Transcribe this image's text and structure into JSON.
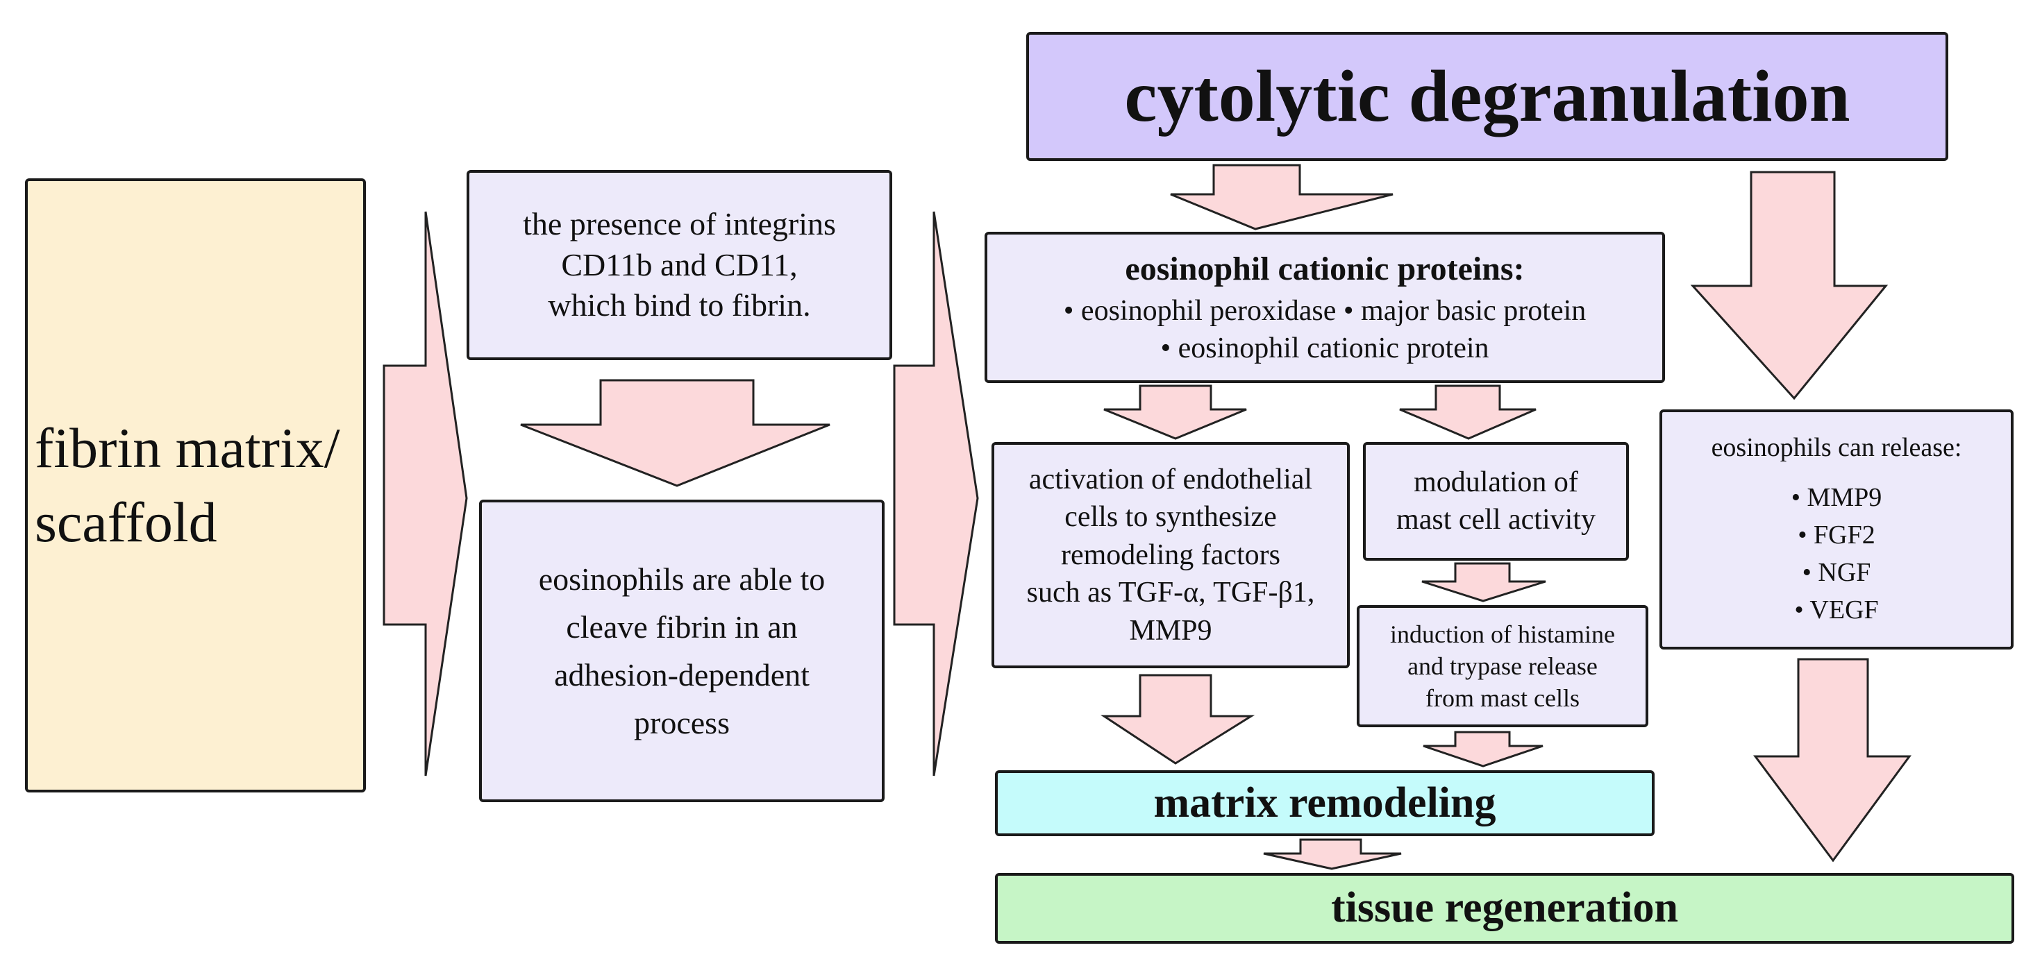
{
  "boxes": {
    "fibrin": {
      "lines": [
        "fibrin matrix/",
        "scaffold"
      ]
    },
    "integrins": {
      "lines": [
        "the presence of integrins",
        "CD11b and CD11,",
        "which bind to fibrin."
      ]
    },
    "cleave": {
      "lines": [
        "eosinophils are able to",
        "cleave fibrin in an",
        "adhesion-dependent",
        "process"
      ]
    },
    "cytolytic": {
      "text": "cytolytic degranulation"
    },
    "cationic": {
      "heading": "eosinophil cationic proteins:",
      "lines": [
        "• eosinophil peroxidase • major basic protein",
        "• eosinophil cationic protein"
      ]
    },
    "endothelial": {
      "lines": [
        "activation of endothelial",
        "cells to synthesize",
        "remodeling factors",
        "such as TGF-α, TGF-β1,",
        "MMP9"
      ]
    },
    "mast": {
      "lines": [
        "modulation of",
        "mast cell activity"
      ]
    },
    "histamine": {
      "lines": [
        "induction of histamine",
        "and trypase release",
        "from mast cells"
      ]
    },
    "release": {
      "intro": "eosinophils can release:",
      "items": [
        "• MMP9",
        "• FGF2",
        "• NGF",
        "• VEGF"
      ]
    },
    "matrix": {
      "text": "matrix remodeling"
    },
    "tissue": {
      "text": "tissue regeneration"
    }
  },
  "colors": {
    "fibrin_fill": "#fdf0d2",
    "process_fill": "#edeafa",
    "cytolytic_fill": "#d3c8fb",
    "matrix_fill": "#c5fbfb",
    "tissue_fill": "#c6f5c6",
    "arrow_fill": "#fcd9db",
    "border": "#1a1a1a"
  }
}
